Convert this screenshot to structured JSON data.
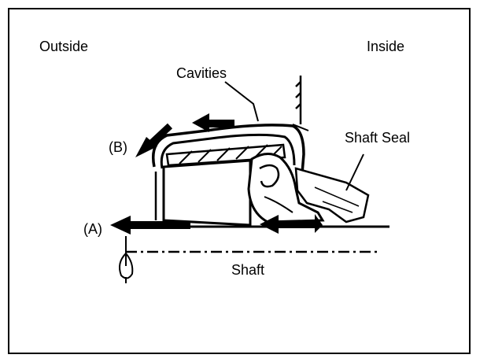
{
  "labels": {
    "outside": "Outside",
    "inside": "Inside",
    "cavities": "Cavities",
    "shaft_seal": "Shaft Seal",
    "marker_b": "(B)",
    "marker_a": "(A)",
    "shaft": "Shaft"
  },
  "colors": {
    "ink": "#000000",
    "paper": "#ffffff"
  }
}
